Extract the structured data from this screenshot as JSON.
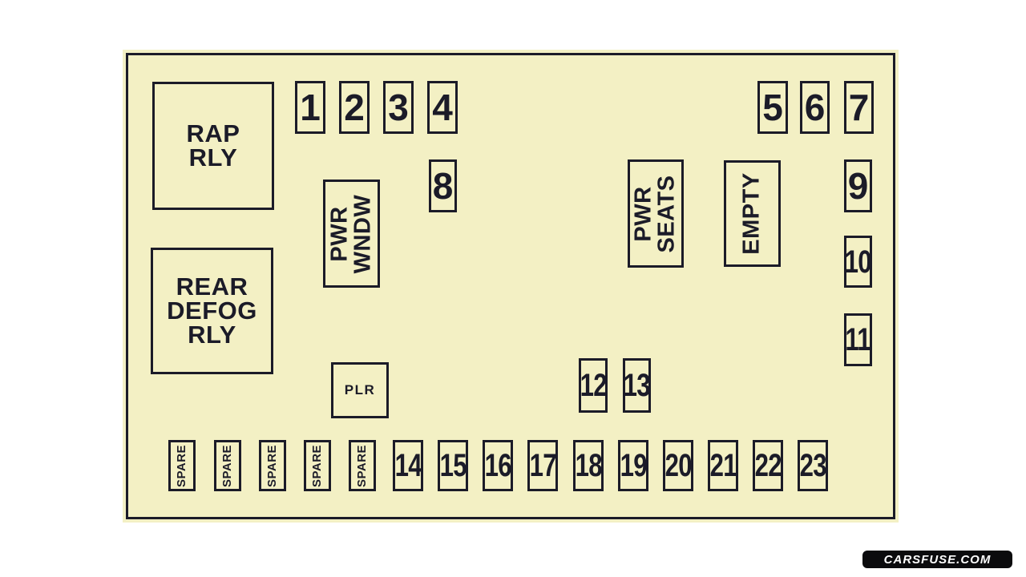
{
  "diagram": {
    "relays": {
      "rap": "RAP\nRLY",
      "rear_defog": "REAR\nDEFOG\nRLY",
      "pwr_wndw": "PWR\nWNDW",
      "pwr_seats": "PWR\nSEATS",
      "empty": "EMPTY",
      "plr": "PLR"
    },
    "spare": "SPARE",
    "fuses": [
      "1",
      "2",
      "3",
      "4",
      "5",
      "6",
      "7",
      "8",
      "9",
      "10",
      "11",
      "12",
      "13",
      "14",
      "15",
      "16",
      "17",
      "18",
      "19",
      "20",
      "21",
      "22",
      "23"
    ]
  },
  "watermark": {
    "text": "CARSFUSE.COM"
  },
  "colors": {
    "line": "#1b1b28",
    "panel_bg": "#f3f0c4",
    "page_bg": "#ffffff",
    "wm_bg": "#0b0b0d",
    "wm_text": "#ffffff"
  }
}
